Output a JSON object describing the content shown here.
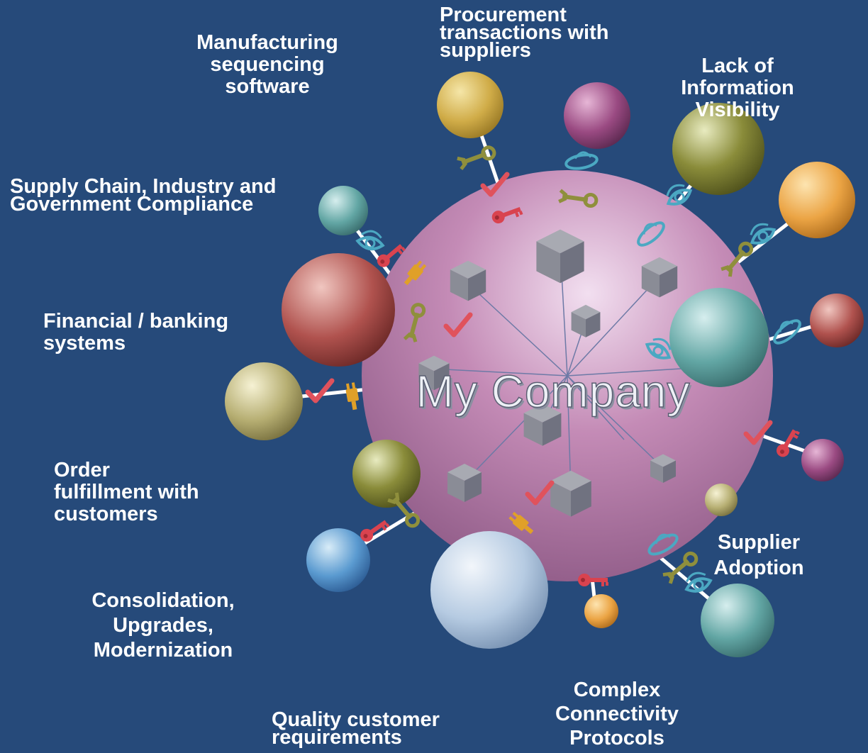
{
  "center": {
    "title": "My Company"
  },
  "labels": {
    "manufacturing": [
      "Manufacturing",
      "sequencing",
      "software"
    ],
    "procurement": [
      "Procurement",
      "transactions with",
      "suppliers"
    ],
    "lack_visibility": [
      "Lack of",
      "Information",
      "Visibility"
    ],
    "compliance": [
      "Supply Chain, Industry and",
      "Government Compliance"
    ],
    "financial": [
      "Financial / banking",
      "systems"
    ],
    "order": [
      "Order",
      "fulfillment with",
      "customers"
    ],
    "consolidation": [
      "Consolidation,",
      "Upgrades,",
      "Modernization"
    ],
    "quality": [
      "Quality customer",
      "requirements"
    ],
    "connectivity": [
      "Complex",
      "Connectivity",
      "Protocols"
    ],
    "supplier_adoption": [
      "Supplier",
      "Adoption"
    ]
  },
  "colors": {
    "background": "#264a7a",
    "company_sphere": "#b77fa8",
    "label_text": "#ffffff",
    "connector": "#ffffff",
    "wrench": "#8f8f3c",
    "check": "#e0525c",
    "key": "#d9434f",
    "plug": "#e0a028",
    "eye": "#4ba8c2",
    "cube": "#8c8f99"
  },
  "icons": [
    "wrench-icon",
    "check-icon",
    "key-icon",
    "plug-icon",
    "eye-icon",
    "ring-icon",
    "cube-icon"
  ]
}
